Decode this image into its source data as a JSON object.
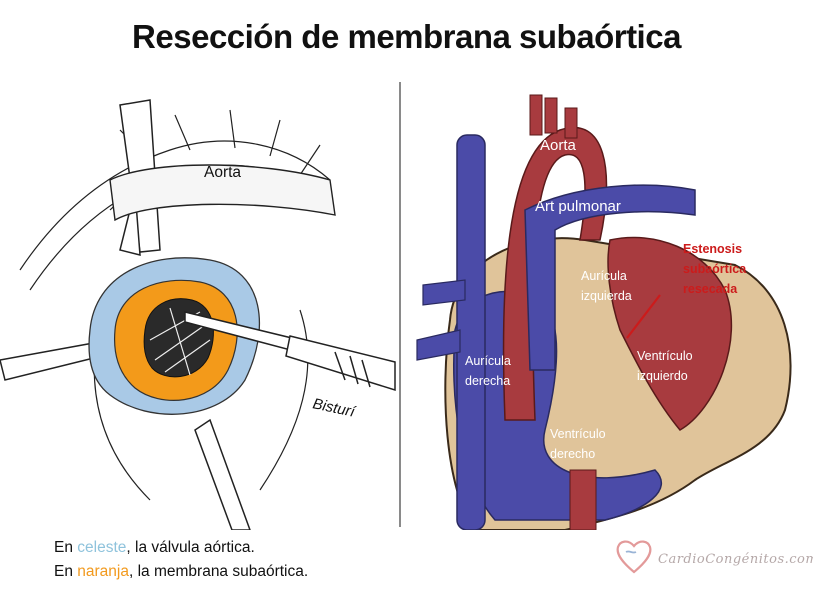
{
  "title": "Resección de membrana subaórtica",
  "left_labels": {
    "aorta": "Aorta",
    "bisturi": "Bisturí"
  },
  "right_labels": {
    "aorta": "Aorta",
    "art_pulmonar": "Art pulmonar",
    "auricula_izq_1": "Aurícula",
    "auricula_izq_2": "izquierda",
    "auricula_der_1": "Aurícula",
    "auricula_der_2": "derecha",
    "ventriculo_izq_1": "Ventrículo",
    "ventriculo_izq_2": "izquierdo",
    "ventriculo_der_1": "Ventrículo",
    "ventriculo_der_2": "derecho",
    "estenosis_1": "Estenosis",
    "estenosis_2": "subaórtica",
    "estenosis_3": "resecada"
  },
  "legend": {
    "line1_prefix": "En ",
    "line1_color_word": "celeste",
    "line1_suffix": ", la válvula aórtica.",
    "line2_prefix": "En ",
    "line2_color_word": "naranja",
    "line2_suffix": ", la membrana subaórtica."
  },
  "logo": {
    "text": "CardioCongénitos.com.ar"
  },
  "colors": {
    "valve_blue": "#a9c9e6",
    "membrane_orange": "#f39a1a",
    "vein_blue": "#4b4ba8",
    "artery_red": "#a83b3f",
    "heart_tan": "#e0c49a",
    "annotation_red": "#cc1b1b"
  }
}
